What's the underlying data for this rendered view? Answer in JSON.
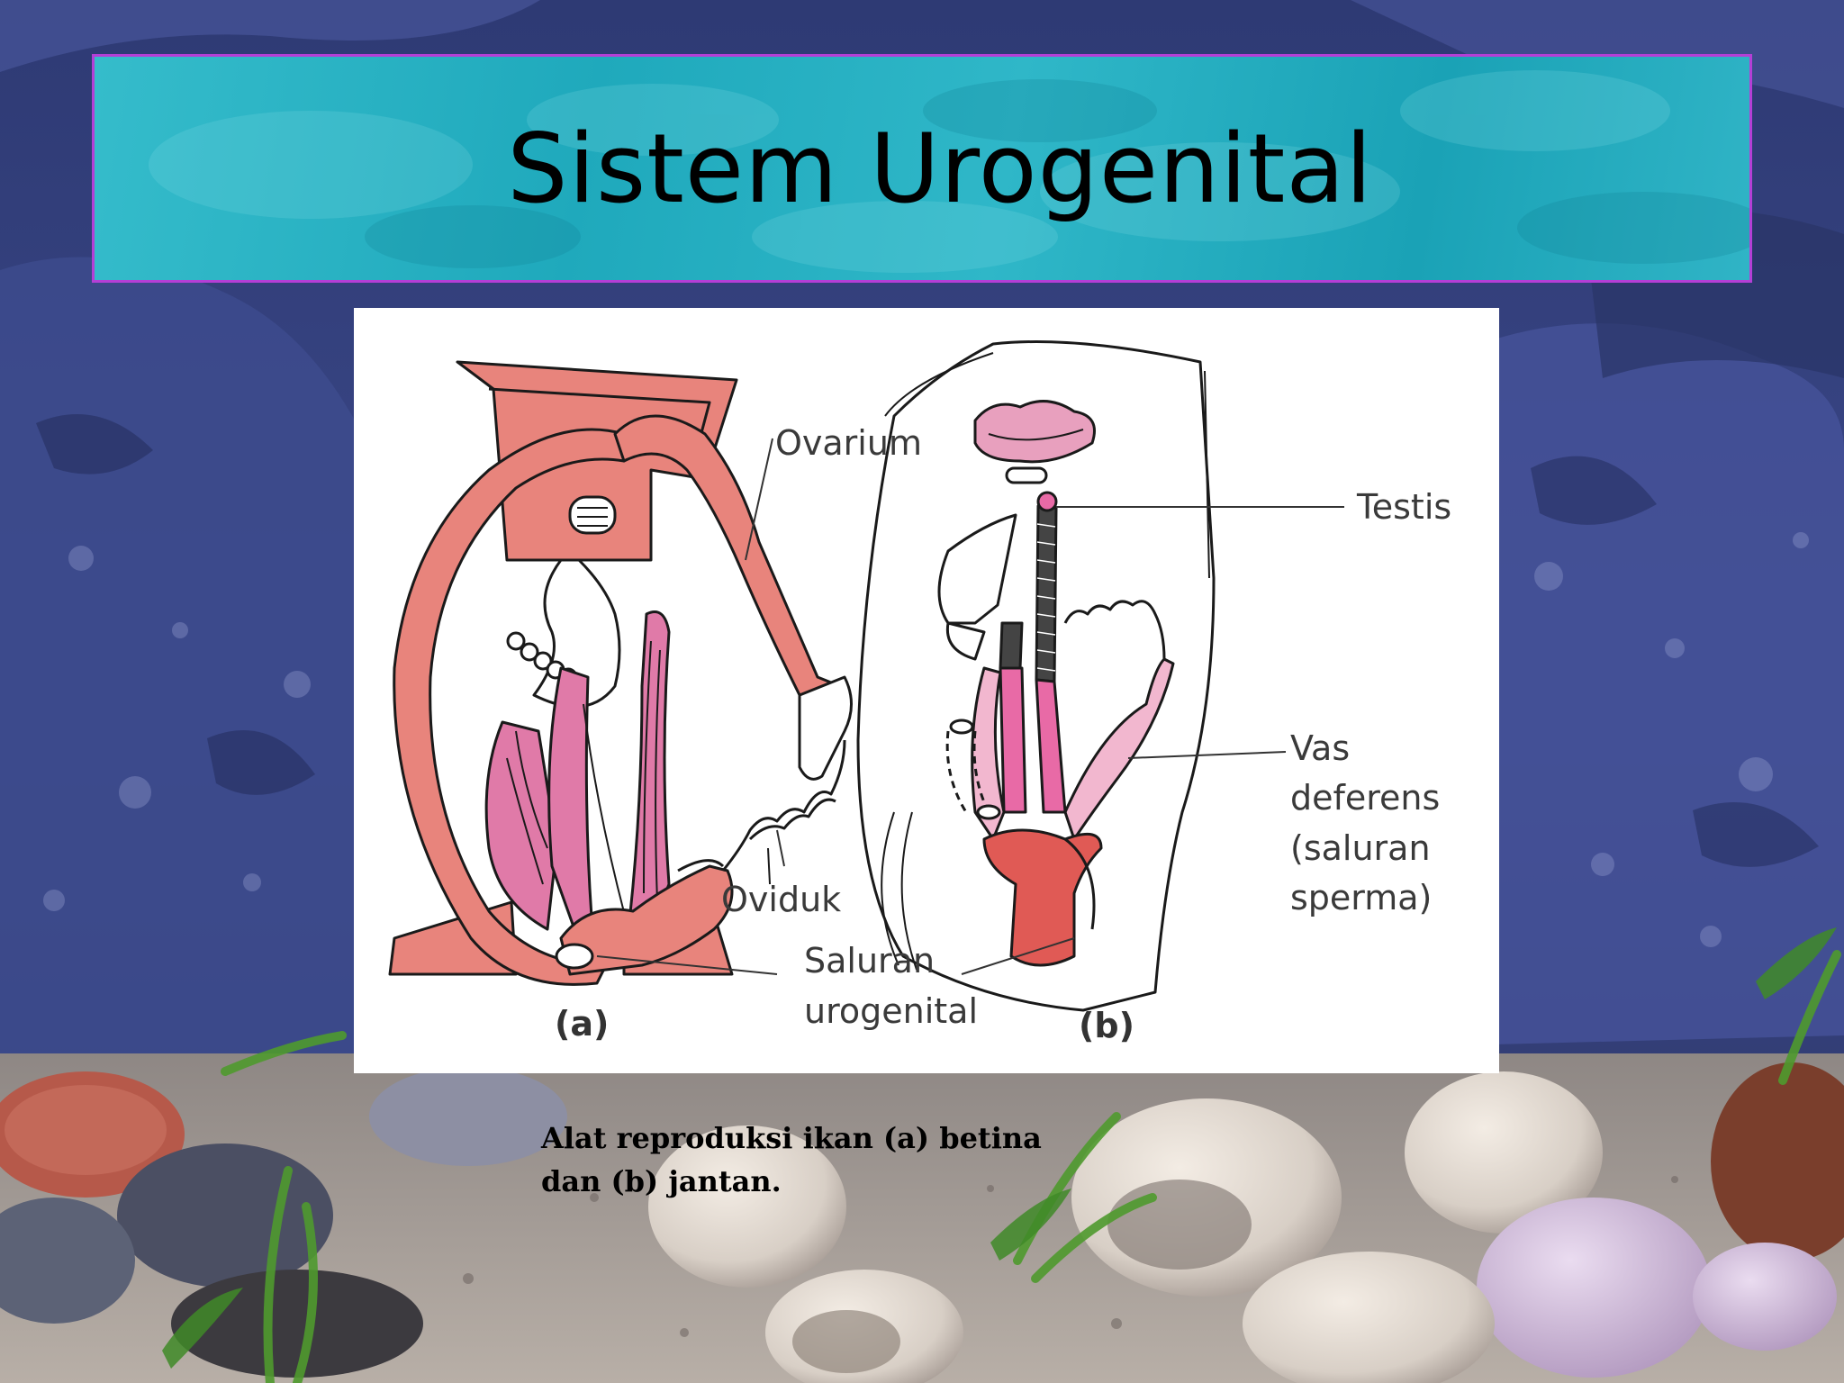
{
  "slide": {
    "title": "Sistem Urogenital",
    "caption_line1": "Alat reproduksi ikan (a) betina",
    "caption_line2": "dan (b) jantan."
  },
  "figure": {
    "labels": {
      "ovarium": "Ovarium",
      "oviduk": "Oviduk",
      "saluran_line1": "Saluran",
      "saluran_line2": "urogenital",
      "testis": "Testis",
      "vas_line1": "Vas",
      "vas_line2": "deferens",
      "vas_line3": "(saluran",
      "vas_line4": "sperma)",
      "panel_a": "(a)",
      "panel_b": "(b)"
    }
  },
  "colors": {
    "banner": "#1fa9bc",
    "banner_border": "#b43fd6",
    "rock": "#3e4a86",
    "female_organ": "#e8847c",
    "male_organ": "#e86aa6"
  }
}
